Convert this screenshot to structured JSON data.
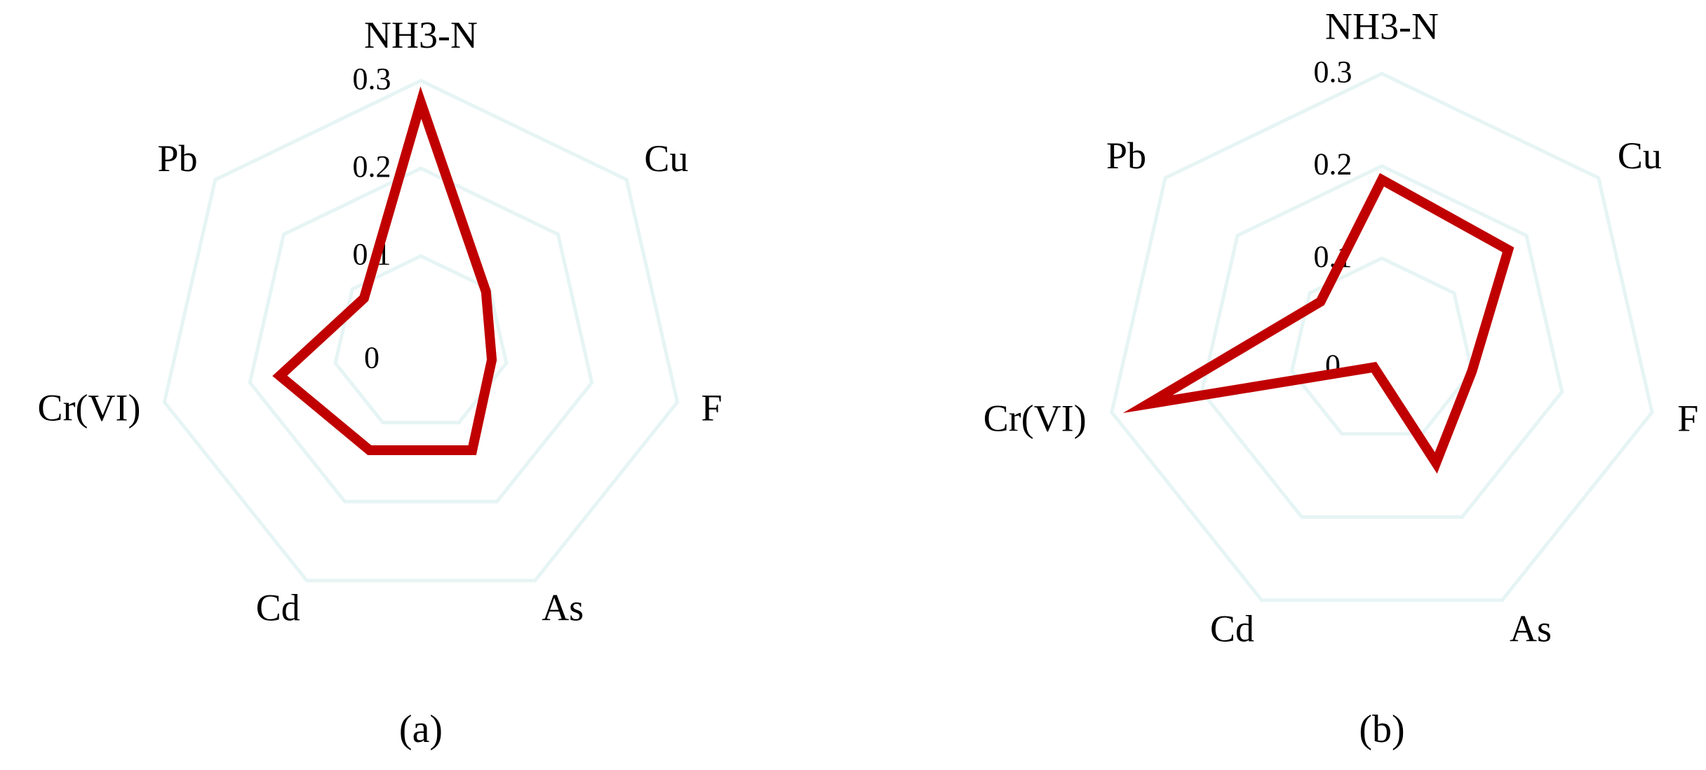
{
  "chart_data": [
    {
      "type": "radar",
      "title": "",
      "caption": "(a)",
      "axes": [
        "NH3-N",
        "Cu",
        "F",
        "As",
        "Cd",
        "Cr(VI)",
        "Pb"
      ],
      "rlim": [
        0,
        0.3
      ],
      "ticks": [
        0,
        0.1,
        0.2,
        0.3
      ],
      "tick_labels": [
        "0",
        "0.1",
        "0.2",
        "0.3"
      ],
      "grid": true,
      "series": [
        {
          "values": [
            0.275,
            0.095,
            0.083,
            0.135,
            0.135,
            0.165,
            0.083
          ]
        }
      ]
    },
    {
      "type": "radar",
      "title": "",
      "caption": "(b)",
      "axes": [
        "NH3-N",
        "Cu",
        "F",
        "As",
        "Cd",
        "Cr(VI)",
        "Pb"
      ],
      "rlim": [
        0,
        0.3
      ],
      "ticks": [
        0,
        0.1,
        0.2,
        0.3
      ],
      "tick_labels": [
        "0",
        "0.1",
        "0.2",
        "0.3"
      ],
      "grid": true,
      "series": [
        {
          "values": [
            0.185,
            0.175,
            0.1,
            0.135,
            0.02,
            0.26,
            0.085
          ]
        }
      ]
    }
  ],
  "colors": {
    "series": "#c00000",
    "grid": "#e6f4f4"
  }
}
